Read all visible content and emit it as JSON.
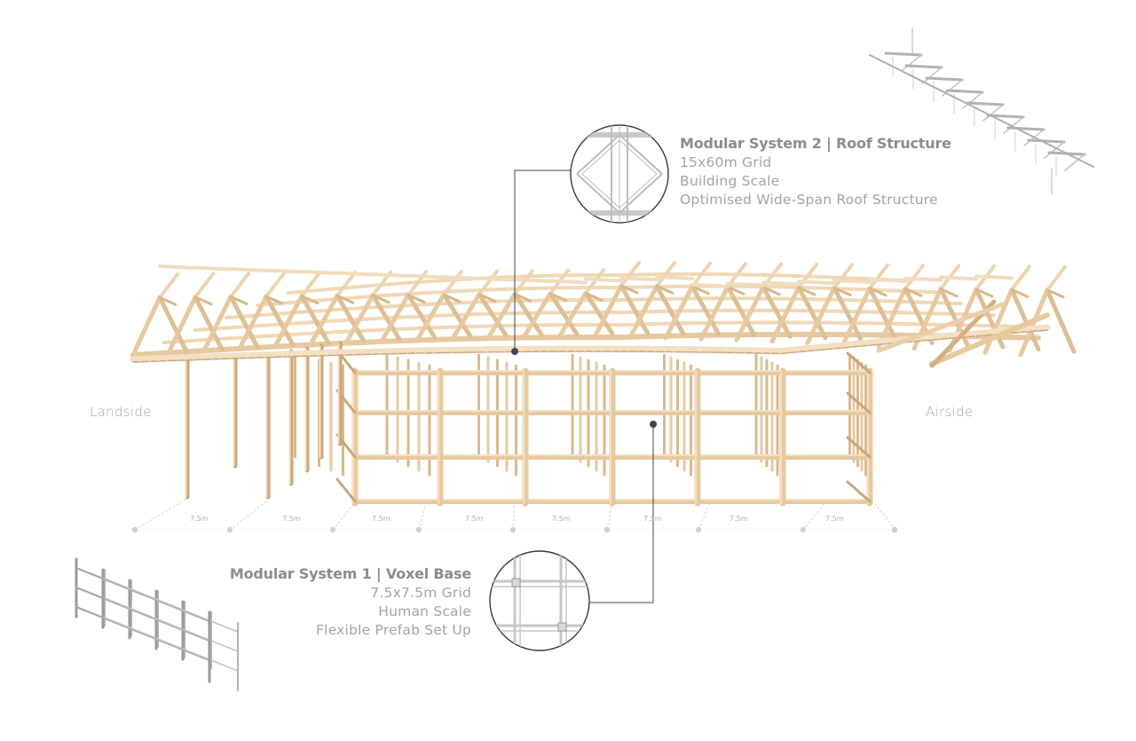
{
  "labels": {
    "landside": "Landside",
    "airside": "Airside"
  },
  "callouts": {
    "system2": {
      "title": "Modular System 2 | Roof Structure",
      "lines": [
        "15x60m Grid",
        "Building Scale",
        "Optimised Wide-Span Roof Structure"
      ]
    },
    "system1": {
      "title": "Modular System 1 | Voxel Base",
      "lines": [
        "7.5x7.5m Grid",
        "Human Scale",
        "Flexible Prefab Set Up"
      ]
    }
  },
  "grid_dimensions": [
    "7.5m",
    "7.5m",
    "7.5m",
    "7.5m",
    "7.5m",
    "7.5m",
    "7.5m",
    "7.5m"
  ],
  "colors": {
    "timber_light": "#f3dfc2",
    "timber": "#e7c9a0",
    "timber_dark": "#caa67a",
    "leader": "#3f4650",
    "module_grey": "#b9b9b9"
  },
  "icons": [
    "roof-detail-circle",
    "voxel-detail-circle",
    "roof-module-axo",
    "voxel-module-axo"
  ]
}
